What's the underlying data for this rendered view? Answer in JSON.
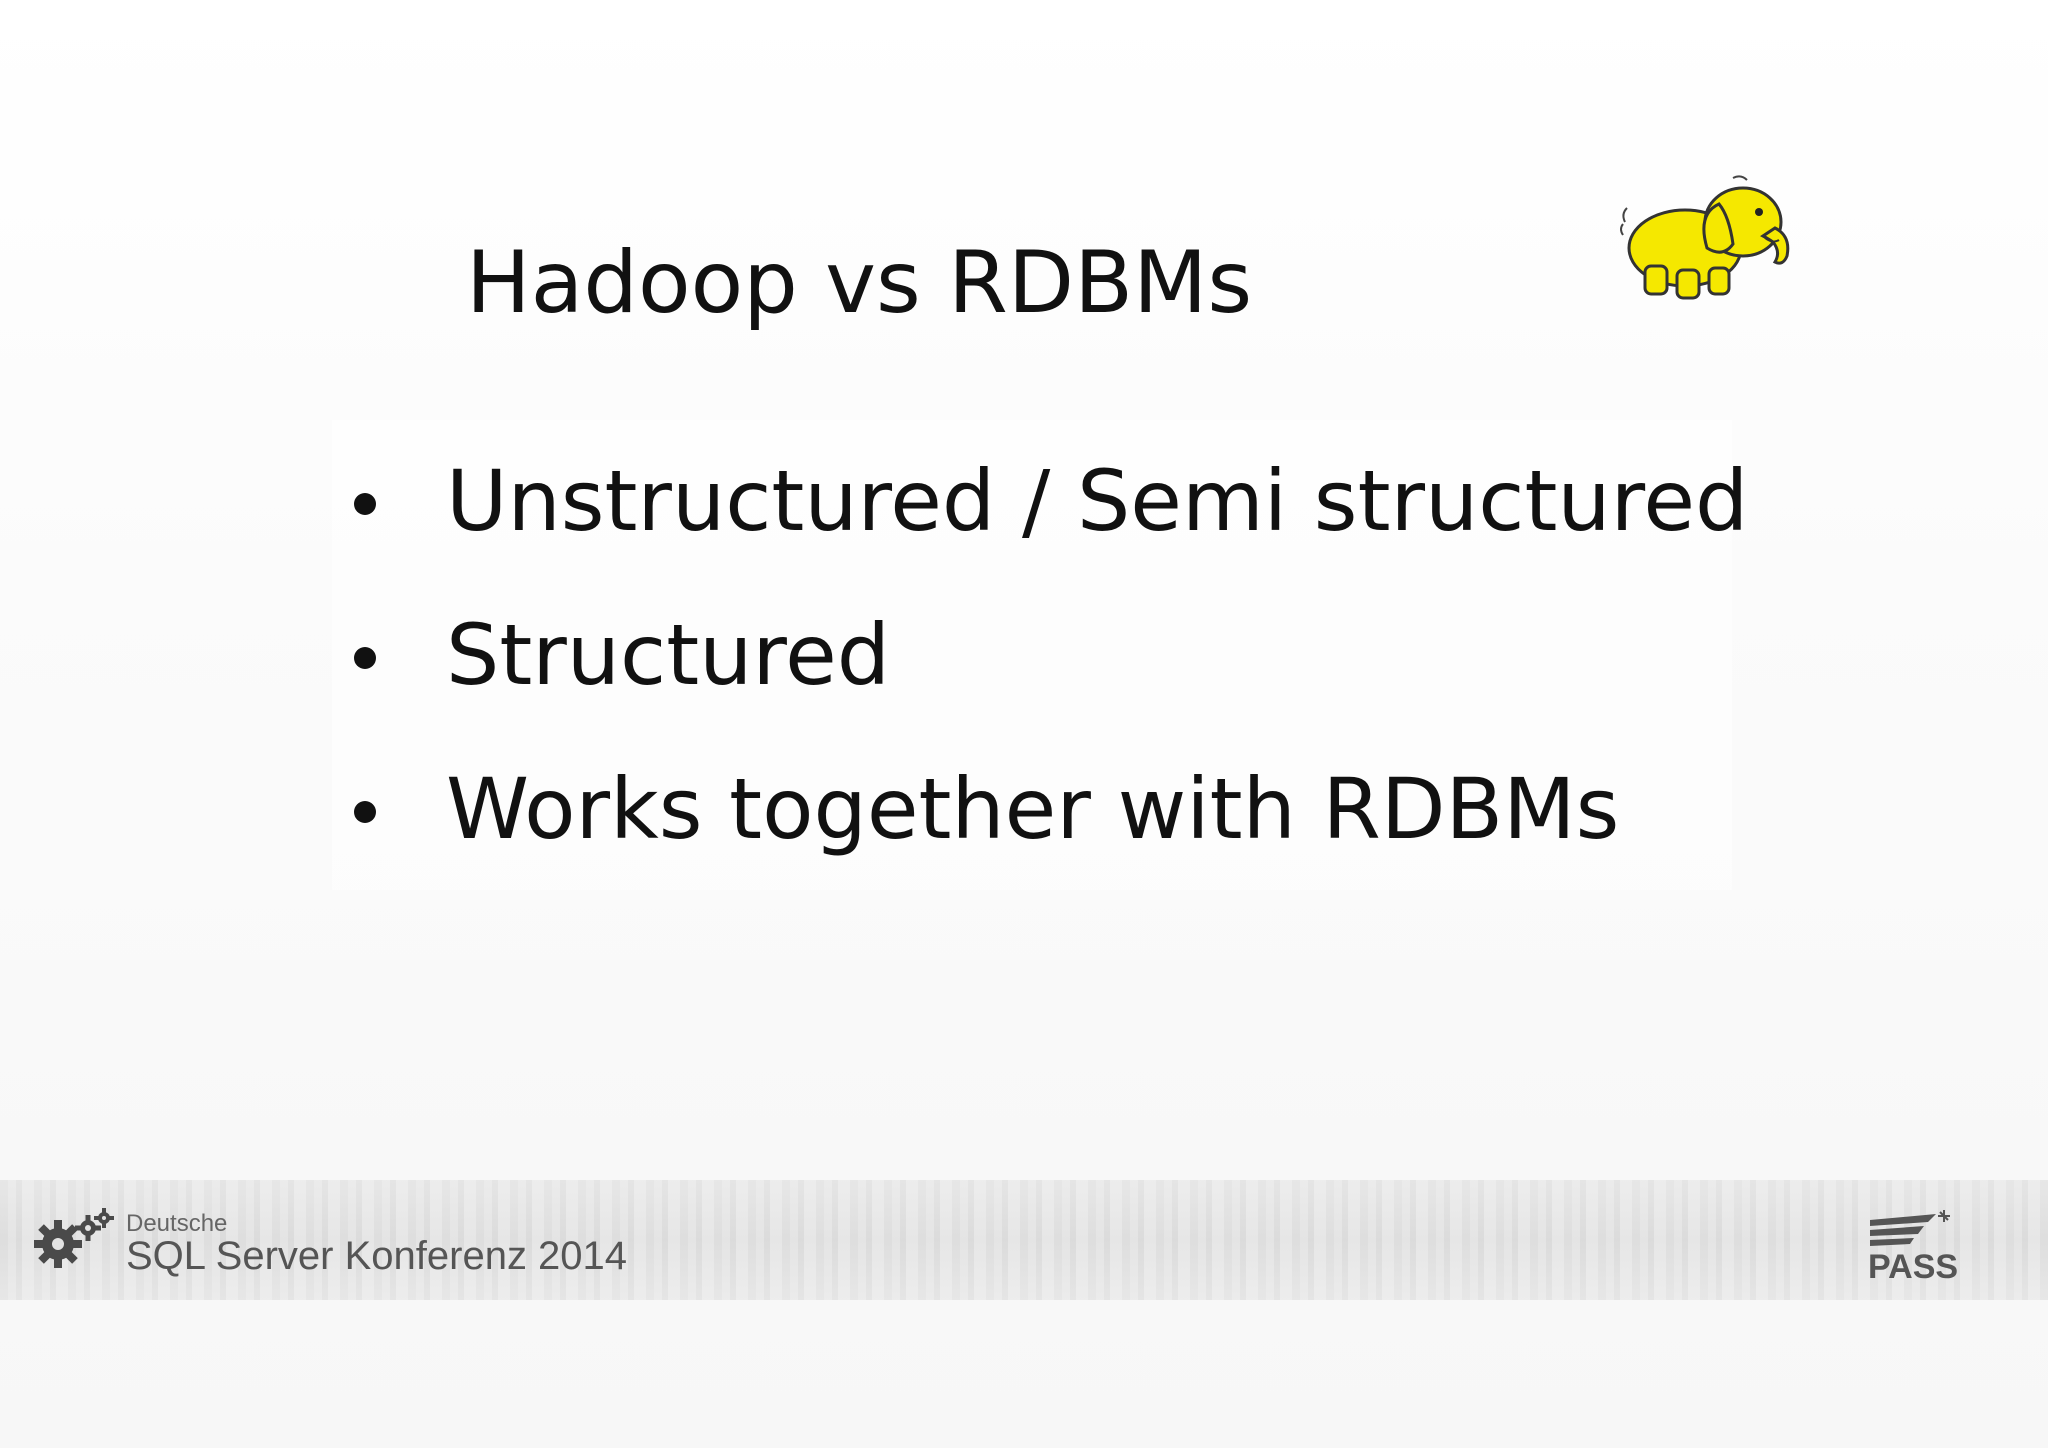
{
  "slide": {
    "title": "Hadoop vs RDBMs",
    "bullets": [
      "Unstructured / Semi structured",
      "Structured",
      "Works together with RDBMs"
    ],
    "logo_icon": "hadoop-elephant-icon"
  },
  "footer": {
    "conference_small": "Deutsche",
    "conference_name": "SQL Server Konferenz 2014",
    "organizer_logo": "PASS",
    "gears_icon": "gears-icon"
  },
  "colors": {
    "text": "#111111",
    "elephant": "#f5e800",
    "footer_band": "#e3e3e3",
    "footer_text": "#555555"
  }
}
